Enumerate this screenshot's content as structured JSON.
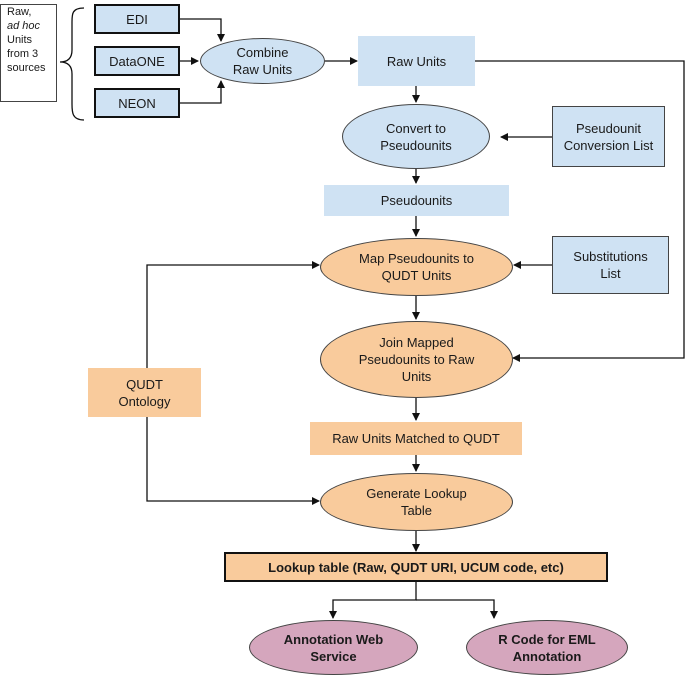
{
  "colors": {
    "blue": "#cfe2f3",
    "orange": "#f9cb9c",
    "purple": "#d5a6bd"
  },
  "note": {
    "line1": "Raw,",
    "line2": "ad hoc",
    "line3": "Units",
    "line4": "from 3",
    "line5": "sources"
  },
  "sources": [
    "EDI",
    "DataONE",
    "NEON"
  ],
  "nodes": {
    "combine": [
      "Combine",
      "Raw Units"
    ],
    "raw_units": "Raw Units",
    "convert": [
      "Convert to",
      "Pseudounits"
    ],
    "pseudounit_list": [
      "Pseudounit",
      "Conversion List"
    ],
    "pseudounits": "Pseudounits",
    "map": [
      "Map Pseudounits to",
      "QUDT Units"
    ],
    "substitutions": [
      "Substitutions",
      "List"
    ],
    "join": [
      "Join Mapped",
      "Pseudounits to Raw",
      "Units"
    ],
    "qudt_ontology": [
      "QUDT",
      "Ontology"
    ],
    "matched": "Raw Units Matched to QUDT",
    "generate": [
      "Generate Lookup",
      "Table"
    ],
    "lookup": "Lookup table (Raw, QUDT URI, UCUM code, etc)",
    "annotation": [
      "Annotation Web",
      "Service"
    ],
    "rcode": [
      "R Code for EML",
      "Annotation"
    ]
  }
}
